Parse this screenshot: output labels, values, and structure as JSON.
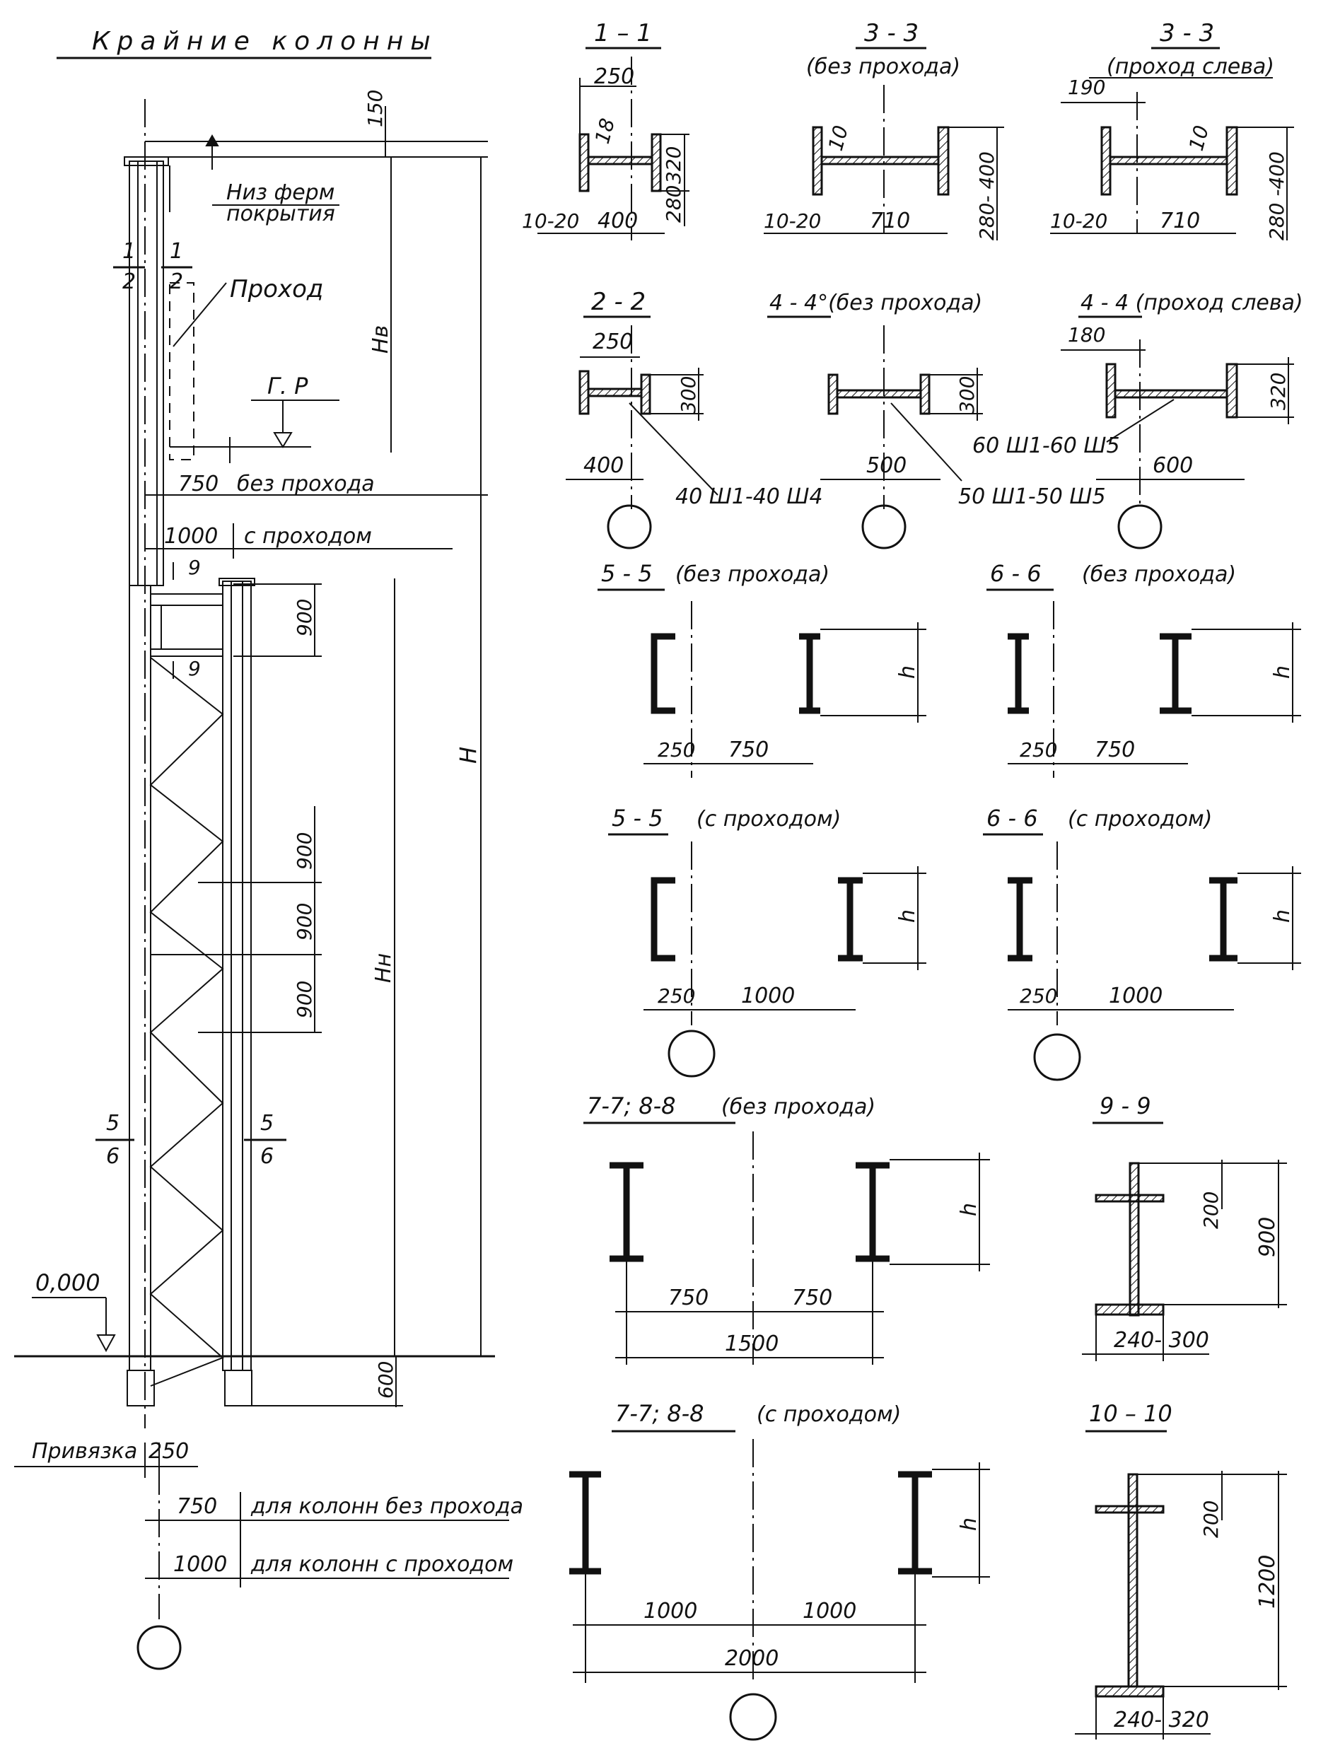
{
  "title": "Крайние колонны",
  "elevation": {
    "roof_truss_bottom_line1": "Низ ферм",
    "roof_truss_bottom_line2": "покрытия",
    "passage": "Проход",
    "crane_rail": "Г. Р",
    "dim_150": "150",
    "dim_Hv": "Нв",
    "dim_H": "Н",
    "dim_Hn": "Нн",
    "dim_750_label": "750",
    "dim_750_text": "без прохода",
    "dim_1000_label": "1000",
    "dim_1000_text": "с проходом",
    "dim_900_a": "900",
    "dim_900_b": "900",
    "dim_900_c": "900",
    "dim_900_d": "900",
    "dim_600": "600",
    "level_zero": "0,000",
    "sec_1_top": "1",
    "sec_1_bot": "2",
    "sec_1r_top": "1",
    "sec_1r_bot": "2",
    "sec_9": "9",
    "sec_9b": "9",
    "sec_5_top": "5",
    "sec_5_bot": "6",
    "sec_5r_top": "5",
    "sec_5r_bot": "6",
    "binding_label": "Привязка",
    "binding_250": "250",
    "binding_750": "750",
    "binding_750_text": "для колонн без прохода",
    "binding_1000": "1000",
    "binding_1000_text": "для колонн с проходом"
  },
  "sections": {
    "s11": {
      "title": "1 – 1",
      "d250": "250",
      "d18": "18",
      "d320": "320",
      "d280": "280",
      "d1020": "10-20",
      "d400": "400"
    },
    "s33a": {
      "title": "3 - 3",
      "sub": "(без прохода)",
      "d10": "10",
      "d1020": "10-20",
      "d710": "710",
      "d280400": "280- 400"
    },
    "s33b": {
      "title": "3 - 3",
      "sub": "(проход слева)",
      "d190": "190",
      "d10": "10",
      "d1020": "10-20",
      "d710": "710",
      "d280400": "280 -400"
    },
    "s22": {
      "title": "2 - 2",
      "d250": "250",
      "d300": "300",
      "d400": "400",
      "profile": "40 Ш1-40 Ш4"
    },
    "s44a": {
      "title": "4 - 4°(без прохода)",
      "d300": "300",
      "d500": "500",
      "profile": "50 Ш1-50 Ш5"
    },
    "s44b": {
      "title": "4 - 4 (проход слева)",
      "d180": "180",
      "d320": "320",
      "d600": "600",
      "profile": "60 Ш1-60 Ш5"
    },
    "s55a": {
      "title": "5 - 5",
      "sub": "(без прохода)",
      "d250": "250",
      "d750": "750",
      "h": "h"
    },
    "s66a": {
      "title": "6 - 6",
      "sub": "(без прохода)",
      "d250": "250",
      "d750": "750",
      "h": "h"
    },
    "s55b": {
      "title": "5 - 5",
      "sub": "(с проходом)",
      "d250": "250",
      "d1000": "1000",
      "h": "h"
    },
    "s66b": {
      "title": "6 - 6",
      "sub": "(с проходом)",
      "d250": "250",
      "d1000": "1000",
      "h": "h"
    },
    "s77a": {
      "title": "7-7; 8-8",
      "sub": "(без прохода)",
      "d750a": "750",
      "d750b": "750",
      "d1500": "1500",
      "h": "h"
    },
    "s99": {
      "title": "9 - 9",
      "d200": "200",
      "d900": "900",
      "d240300": "240- 300"
    },
    "s77b": {
      "title": "7-7; 8-8",
      "sub": "(с проходом)",
      "d1000a": "1000",
      "d1000b": "1000",
      "d2000": "2000",
      "h": "h"
    },
    "s1010": {
      "title": "10 – 10",
      "d200": "200",
      "d1200": "1200",
      "d240320": "240- 320"
    }
  }
}
